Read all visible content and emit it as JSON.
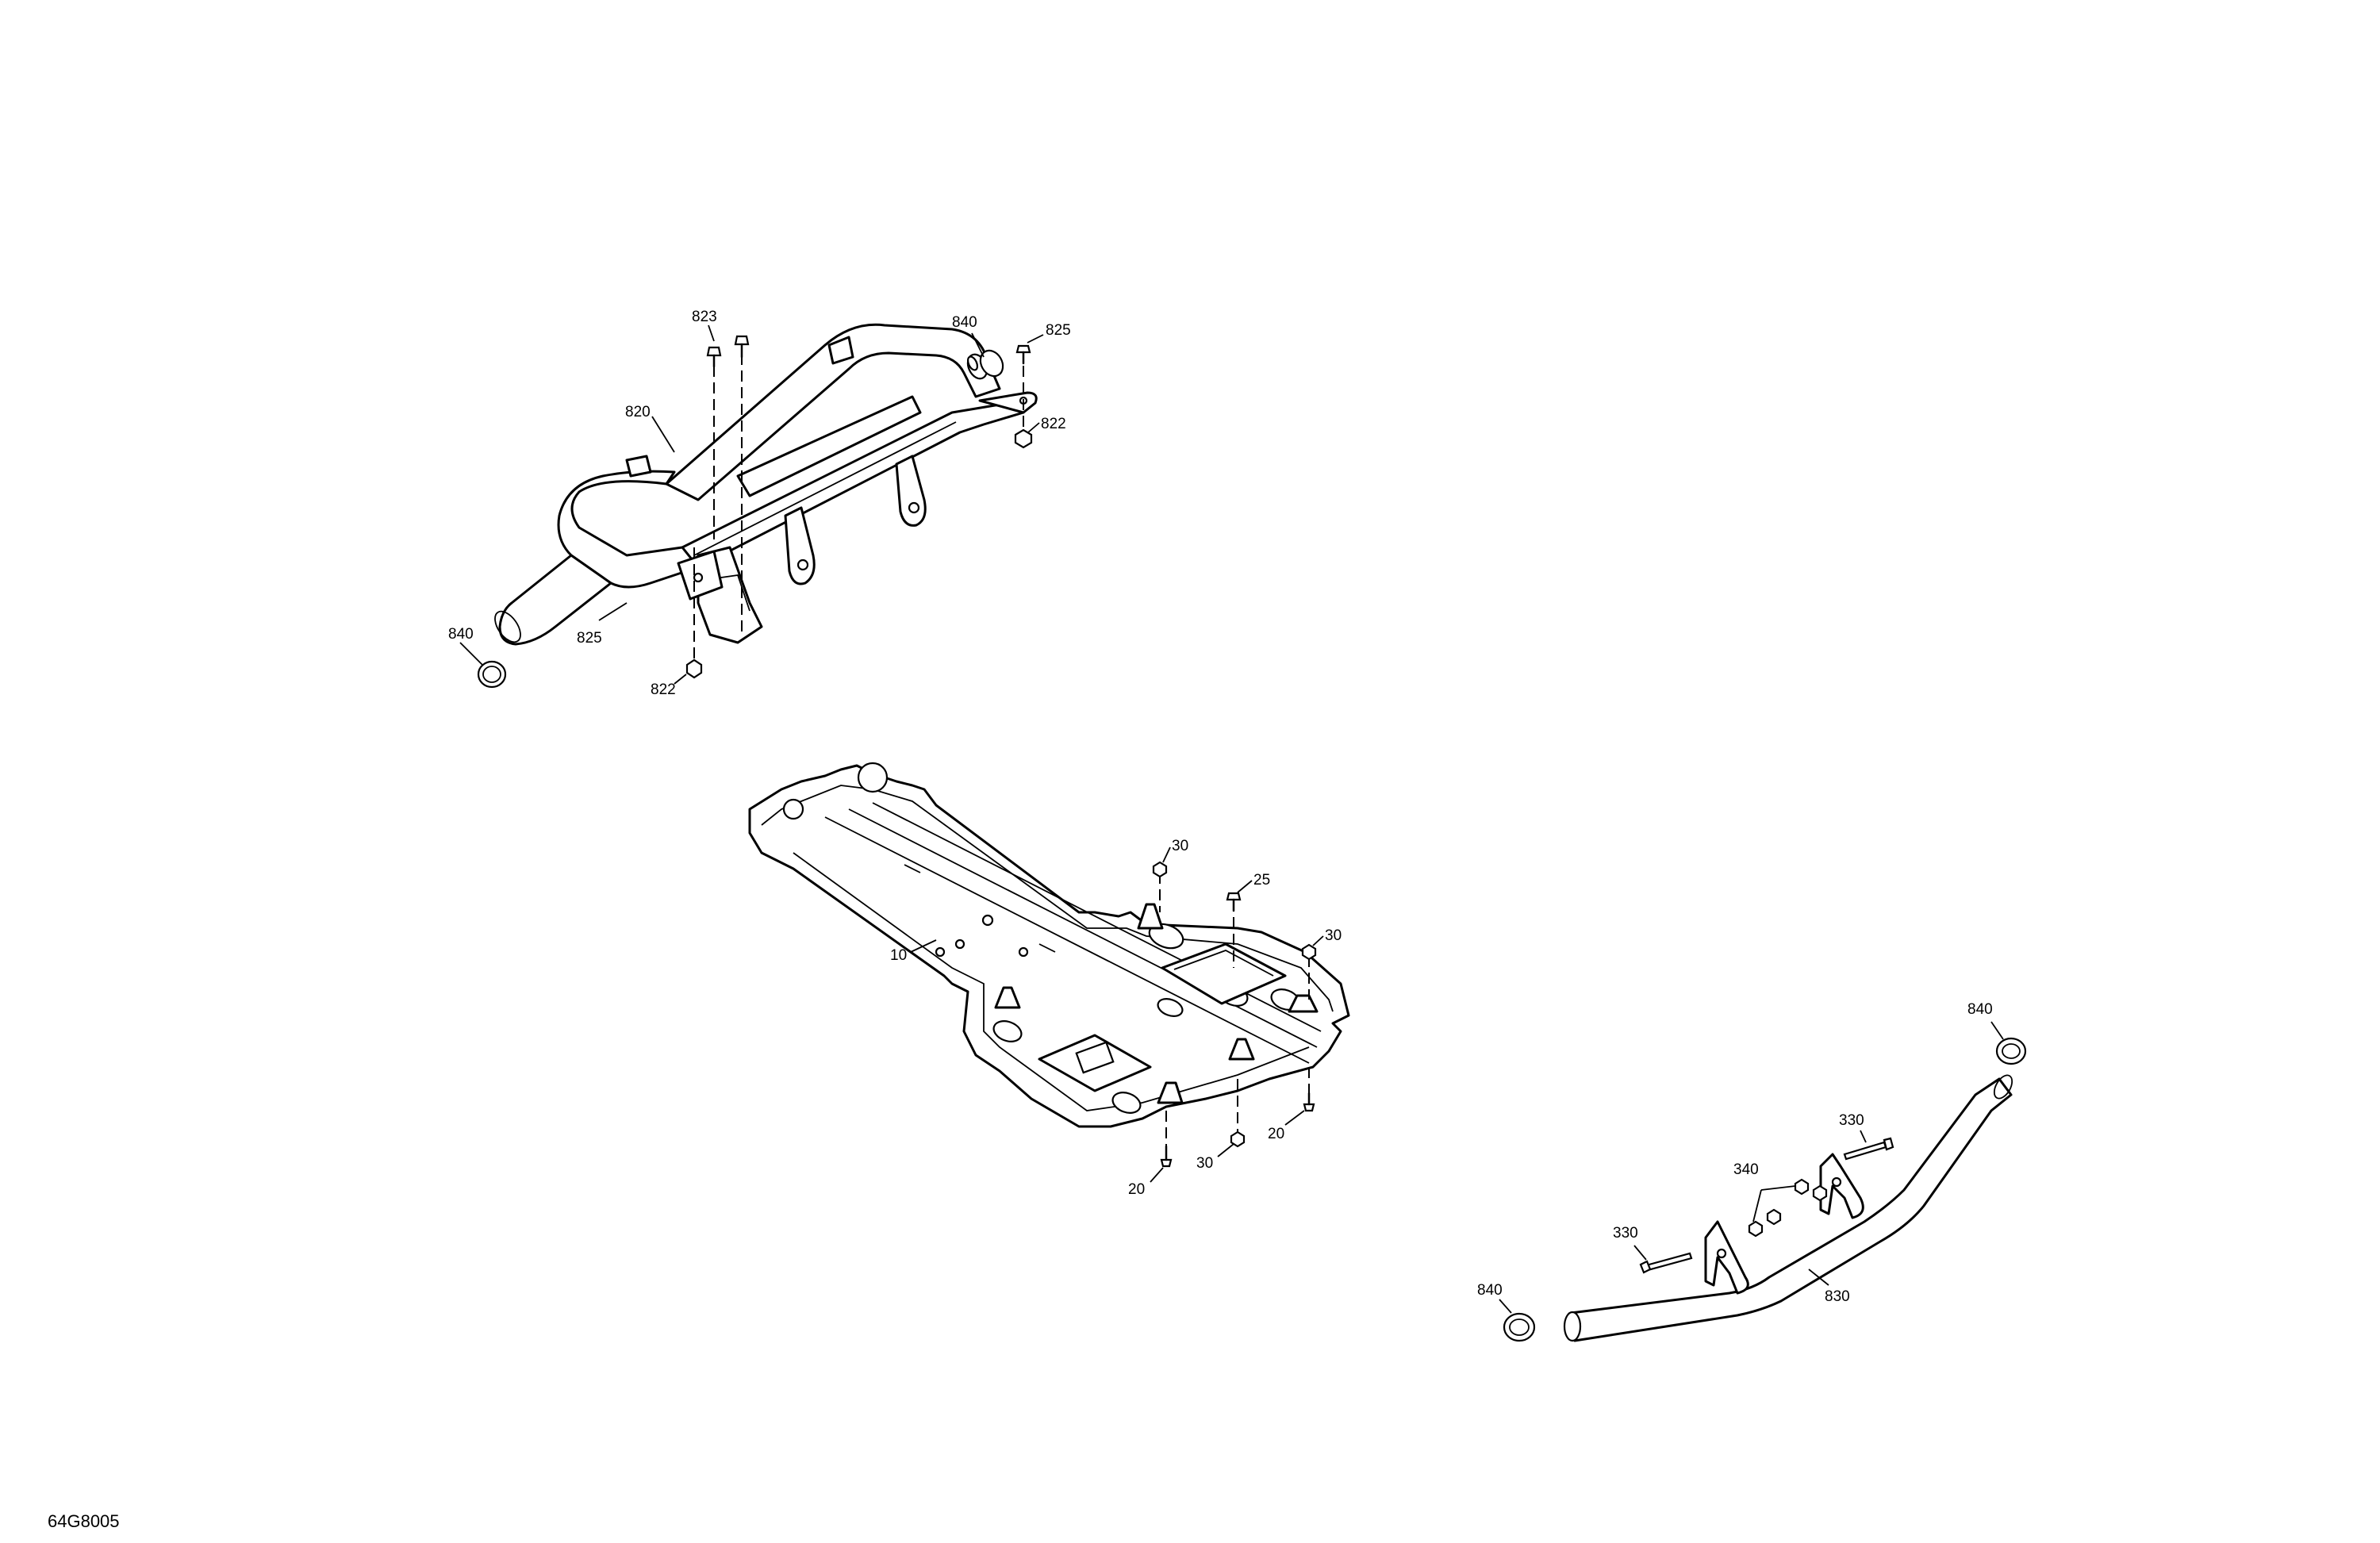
{
  "diagram_code": "64G8005",
  "callouts": {
    "c823": "823",
    "c840_top": "840",
    "c825_top": "825",
    "c820": "820",
    "c822_right": "822",
    "c840_left": "840",
    "c825_mid": "825",
    "c822_bottom": "822",
    "c30_a": "30",
    "c25": "25",
    "c30_b": "30",
    "c10": "10",
    "c20_a": "20",
    "c30_c": "30",
    "c20_b": "20",
    "c840_br": "840",
    "c330_a": "330",
    "c340": "340",
    "c330_b": "330",
    "c830": "830",
    "c840_bl": "840"
  }
}
